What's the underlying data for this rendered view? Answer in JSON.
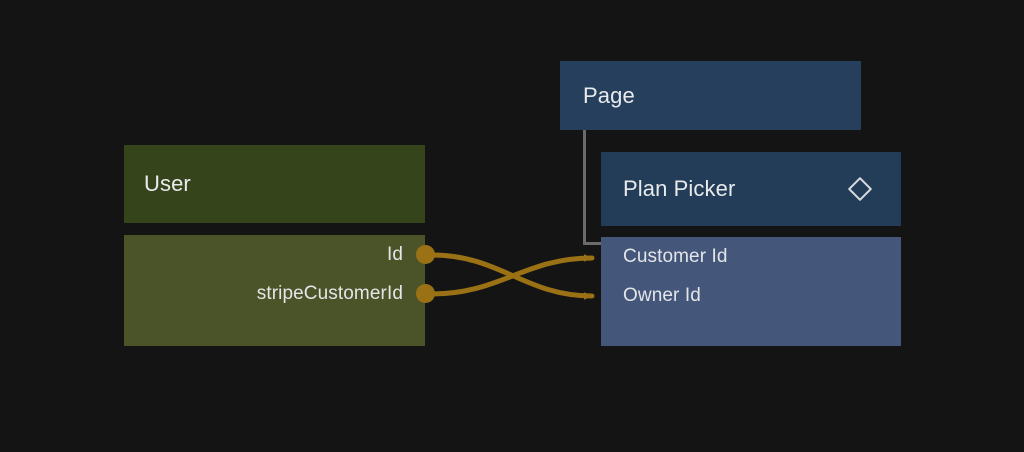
{
  "diagram": {
    "background_color": "#141414",
    "type": "entity-relationship-diagram",
    "nodes": [
      {
        "id": "user",
        "title": "User",
        "header_color": "#36441c",
        "body_color": "#4b5429",
        "fields": [
          {
            "label": "Id",
            "align": "right",
            "has_port": true
          },
          {
            "label": "stripeCustomerId",
            "align": "right",
            "has_port": true
          }
        ]
      },
      {
        "id": "page",
        "title": "Page",
        "header_color": "#253f5c",
        "body_color": "#253f5c",
        "fields": []
      },
      {
        "id": "plan-picker",
        "title": "Plan Picker",
        "header_color": "#233c58",
        "body_color": "#44567a",
        "icon": "diamond-icon",
        "fields": [
          {
            "label": "Customer Id",
            "align": "left",
            "has_port": false
          },
          {
            "label": "Owner Id",
            "align": "left",
            "has_port": false
          }
        ]
      }
    ],
    "edges": [
      {
        "id": "edge-id-to-owner-id",
        "from": "User.Id",
        "to": "Plan Picker.Owner Id",
        "color": "#9a7215",
        "style": "curved-arrow"
      },
      {
        "id": "edge-stripecustomerid-to-customer-id",
        "from": "User.stripeCustomerId",
        "to": "Plan Picker.Customer Id",
        "color": "#9a7215",
        "style": "curved-arrow"
      },
      {
        "id": "edge-page-to-plan-picker",
        "from": "Page",
        "to": "Plan Picker",
        "color": "#6b6b6b",
        "style": "elbow"
      }
    ],
    "colors": {
      "accent_amber": "#9a7215",
      "edge_gray": "#6b6b6b",
      "text_primary": "#e8eaec"
    }
  }
}
